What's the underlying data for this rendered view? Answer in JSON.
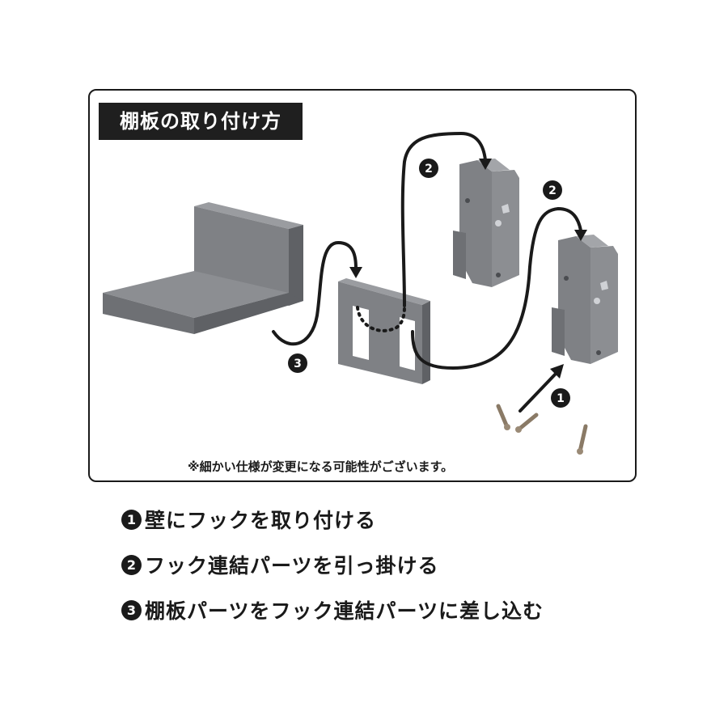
{
  "title": "棚板の取り付け方",
  "note": "※細かい仕様が変更になる可能性がございます。",
  "badges": {
    "one": "1",
    "two": "2",
    "three": "3"
  },
  "steps": [
    {
      "num": "1",
      "text": "壁にフックを取り付ける"
    },
    {
      "num": "2",
      "text": "フック連結パーツを引っ掛ける"
    },
    {
      "num": "3",
      "text": "棚板パーツをフック連結パーツに差し込む"
    }
  ],
  "colors": {
    "part": "#7f8185",
    "part_dark": "#5f6165",
    "part_light": "#9a9ca0",
    "ink": "#1a1a1a"
  }
}
